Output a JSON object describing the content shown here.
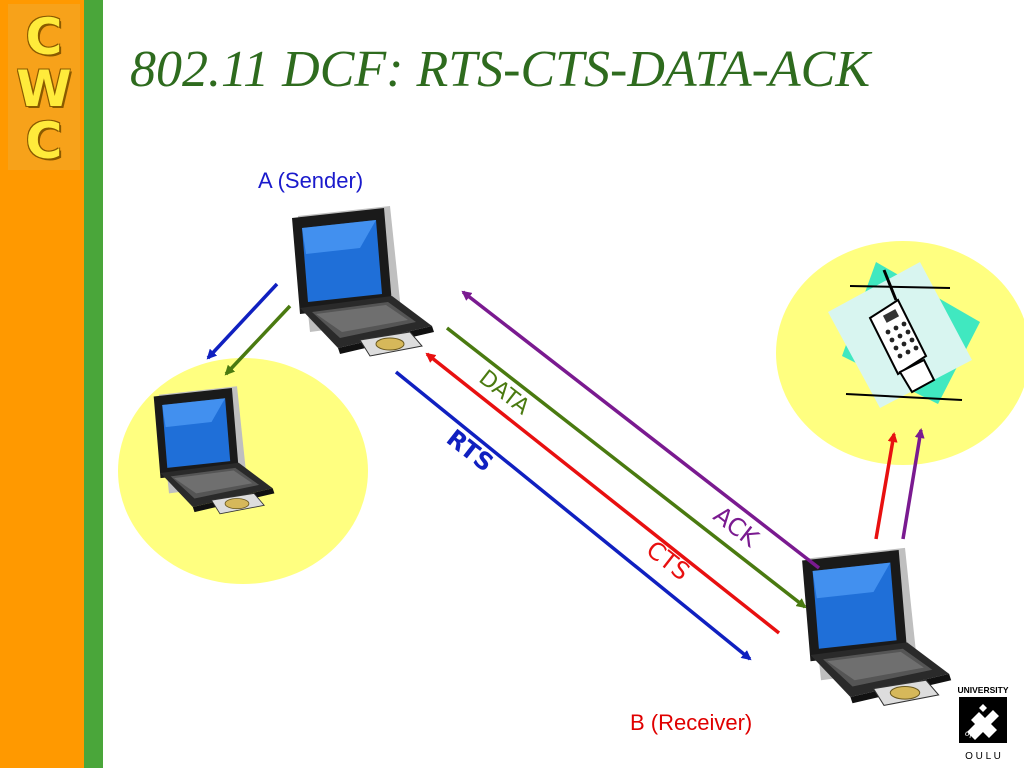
{
  "branding": {
    "logo_letters": [
      "C",
      "W",
      "C"
    ],
    "university_logo": {
      "top_text": "UNIVERSITY",
      "of_text": "of",
      "bottom_text": "O U L U"
    }
  },
  "slide": {
    "title": "802.11 DCF: RTS-CTS-DATA-ACK"
  },
  "nodes": {
    "sender_label": "A (Sender)",
    "receiver_label": "B (Receiver)"
  },
  "messages": {
    "rts": "RTS",
    "cts": "CTS",
    "data": "DATA",
    "ack": "ACK"
  },
  "colors": {
    "title": "#2e6b1e",
    "label_sender": "#1a1acc",
    "label_receiver": "#e00000",
    "rts": "#1020c0",
    "cts": "#e81010",
    "data": "#4a7a10",
    "ack": "#7a1a90",
    "highlight_circle": "#ffff80"
  }
}
